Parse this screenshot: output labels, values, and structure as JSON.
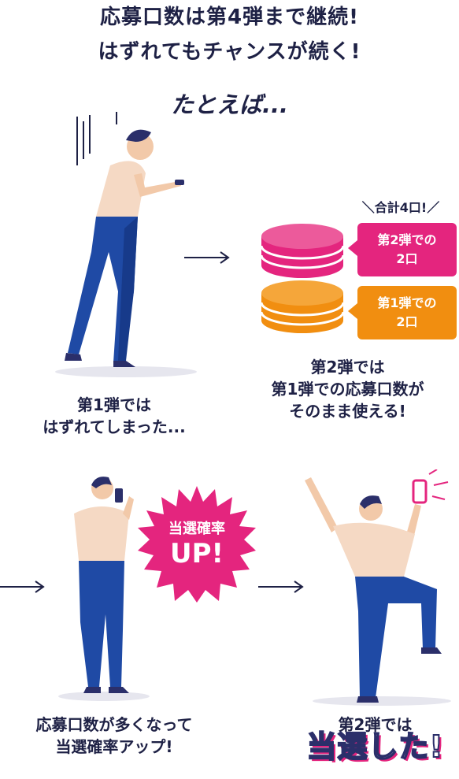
{
  "headline": {
    "line1": "応募口数は第4弾まで継続!",
    "line2": "はずれてもチャンスが続く!"
  },
  "example": "たとえば...",
  "step1": {
    "line1": "第1弾では",
    "line2": "はずれてしまった..."
  },
  "tally": {
    "total": "＼合計4口!／",
    "second": {
      "line1": "第2弾での",
      "line2": "2口"
    },
    "first": {
      "line1": "第1弾での",
      "line2": "2口"
    }
  },
  "step2": {
    "line1": "第2弾では",
    "line2": "第1弾での応募口数が",
    "line3": "そのまま使える!"
  },
  "burst": {
    "line1": "当選確率",
    "line2": "UP!"
  },
  "step3": {
    "line1": "応募口数が多くなって",
    "line2": "当選確率アップ!"
  },
  "step4": {
    "line1": "第2弾では",
    "line2": "当選した!"
  },
  "colors": {
    "navy": "#1e2145",
    "pink": "#e4257e",
    "orange": "#f18e10",
    "blue": "#1f4aa5",
    "skin": "#f5d9c4"
  }
}
